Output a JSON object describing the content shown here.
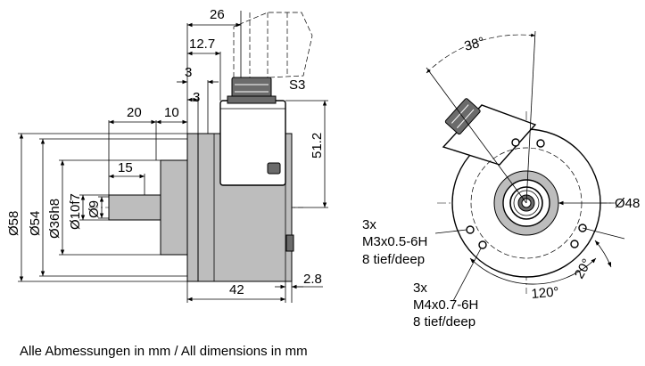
{
  "side_view": {
    "dims": {
      "d58": "Ø58",
      "d54": "Ø54",
      "d36h8": "Ø36h8",
      "d10f7": "Ø10f7",
      "d9": "Ø9",
      "l26": "26",
      "l12_7": "12.7",
      "l3a": "3",
      "l3b": "3",
      "l20": "20",
      "l10": "10",
      "l15": "15",
      "l42": "42",
      "l2_8": "2.8",
      "h51_2": "51.2"
    },
    "connector_label": "S3"
  },
  "front_view": {
    "angle_38": "38°",
    "angle_120": "120°",
    "angle_20": "20°",
    "d48": "Ø48",
    "note_m3": [
      "3x",
      "M3x0.5-6H",
      "8 tief/deep"
    ],
    "note_m4": [
      "3x",
      "M4x0.7-6H",
      "8 tief/deep"
    ]
  },
  "footer": "Alle Abmessungen in mm / All dimensions in mm"
}
